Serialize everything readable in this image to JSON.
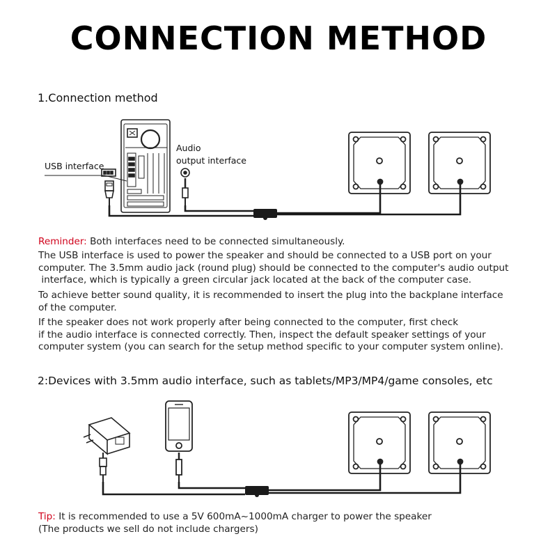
{
  "title": "CONNECTION METHOD",
  "section1": {
    "heading": "1.Connection method",
    "usb_label": "USB interface",
    "audio_label_1": "Audio",
    "audio_label_2": "output interface"
  },
  "reminder": {
    "prefix": "Reminder:",
    "text": " Both interfaces need to be connected simultaneously."
  },
  "paragraphs": {
    "p1": [
      "The USB interface is used to power the speaker and should be connected to a USB port on your",
      "computer. The 3.5mm audio jack (round plug) should be connected to the computer's audio output",
      " interface, which is typically a green circular jack located at the back of the computer case."
    ],
    "p2": [
      "To achieve better sound quality, it is recommended to insert the plug into the backplane interface",
      "of the computer."
    ],
    "p3": [
      "If the speaker does not work properly after being connected to the computer, first check",
      "if the audio interface is connected correctly. Then, inspect the default speaker settings of your",
      "computer system (you can search for the setup method specific to your computer system online)."
    ]
  },
  "section2": {
    "heading": "2:Devices with 3.5mm audio interface, such as tablets/MP3/MP4/game consoles, etc"
  },
  "tip": {
    "prefix": "Tip:",
    "text": " It is recommended to use a 5V 600mA~1000mA charger to power the speaker",
    "note": "(The products we sell do not include chargers)"
  },
  "colors": {
    "accent_red": "#d0021b",
    "line": "#1a1a1a"
  },
  "icons": [
    "computer-tower-icon",
    "usb-plug-icon",
    "audio-jack-icon",
    "speaker-icon",
    "charger-adapter-icon",
    "smartphone-icon"
  ]
}
